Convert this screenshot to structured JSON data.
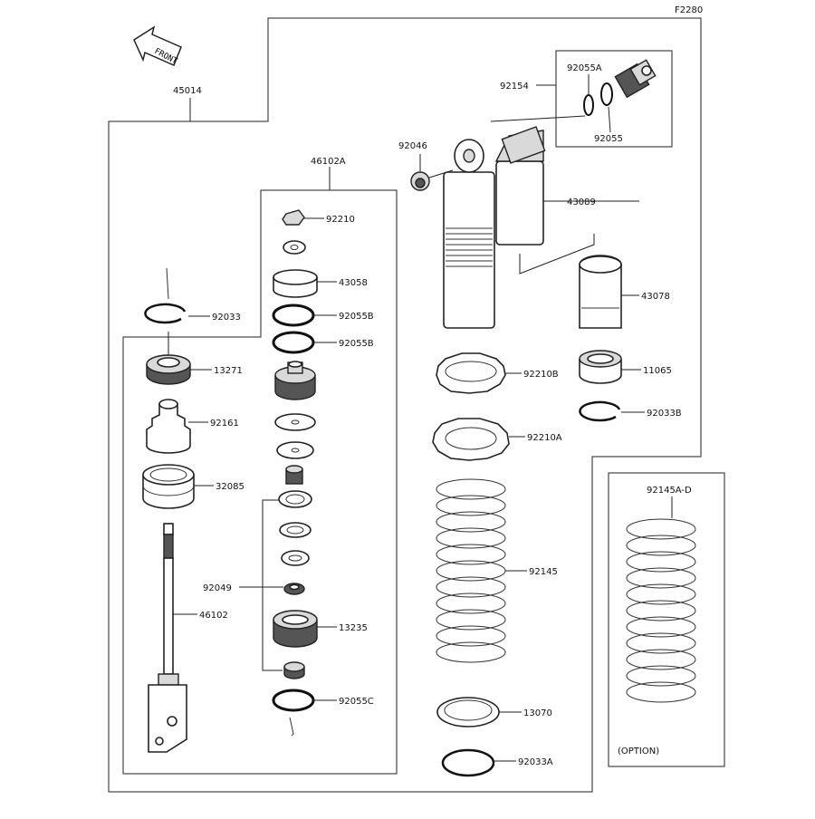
{
  "figure_code": "F2280",
  "front_label": "FRONT",
  "option_label": "(OPTION)",
  "labels": {
    "p45014": "45014",
    "p46102A": "46102A",
    "p92210": "92210",
    "p43058": "43058",
    "p92033": "92033",
    "p92055B_1": "92055B",
    "p92055B_2": "92055B",
    "p13271": "13271",
    "p92161": "92161",
    "p32085": "32085",
    "p92049": "92049",
    "p46102": "46102",
    "p13235": "13235",
    "p92055C": "92055C",
    "p92154": "92154",
    "p92055A": "92055A",
    "p92055": "92055",
    "p92046": "92046",
    "p43089": "43089",
    "p43078": "43078",
    "p92210B": "92210B",
    "p11065": "11065",
    "p92033B": "92033B",
    "p92210A": "92210A",
    "p92145": "92145",
    "p92145A_D": "92145A-D",
    "p13070": "13070",
    "p92033A": "92033A"
  }
}
